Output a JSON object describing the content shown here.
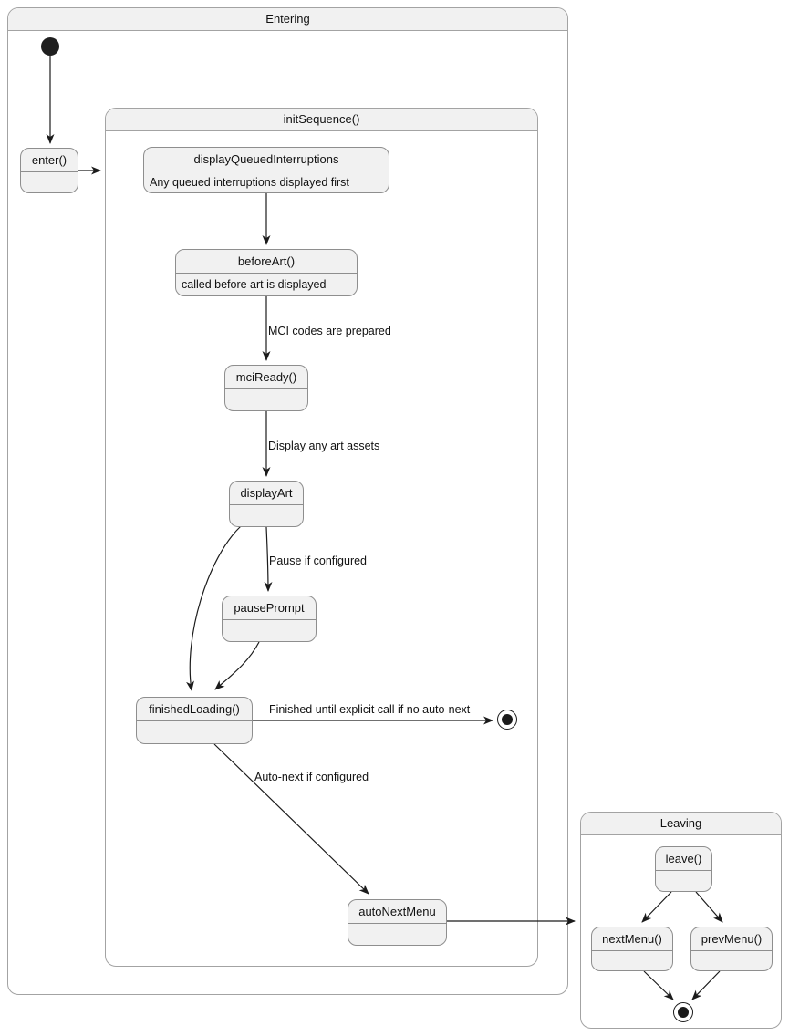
{
  "containers": {
    "entering": {
      "title": "Entering"
    },
    "initSequence": {
      "title": "initSequence()"
    },
    "leaving": {
      "title": "Leaving"
    }
  },
  "states": {
    "enter": {
      "label": "enter()"
    },
    "displayQueuedInterruptions": {
      "label": "displayQueuedInterruptions",
      "note": "Any queued interruptions displayed first"
    },
    "beforeArt": {
      "label": "beforeArt()",
      "note": "called before art is displayed"
    },
    "mciReady": {
      "label": "mciReady()"
    },
    "displayArt": {
      "label": "displayArt"
    },
    "pausePrompt": {
      "label": "pausePrompt"
    },
    "finishedLoading": {
      "label": "finishedLoading()"
    },
    "autoNextMenu": {
      "label": "autoNextMenu"
    },
    "leave": {
      "label": "leave()"
    },
    "nextMenu": {
      "label": "nextMenu()"
    },
    "prevMenu": {
      "label": "prevMenu()"
    }
  },
  "transitions": {
    "beforeArt_to_mciReady": "MCI codes are prepared",
    "mciReady_to_displayArt": "Display any art assets",
    "displayArt_to_pausePrompt": "Pause if configured",
    "finishedLoading_to_final": "Finished until explicit call if no auto-next",
    "finishedLoading_to_autoNextMenu": "Auto-next if configured"
  },
  "colors": {
    "state_fill": "#f1f1f1",
    "state_border": "#8e8e8e",
    "container_border": "#a3a3a3",
    "arrow": "#1b1b1b",
    "text": "#111111"
  }
}
